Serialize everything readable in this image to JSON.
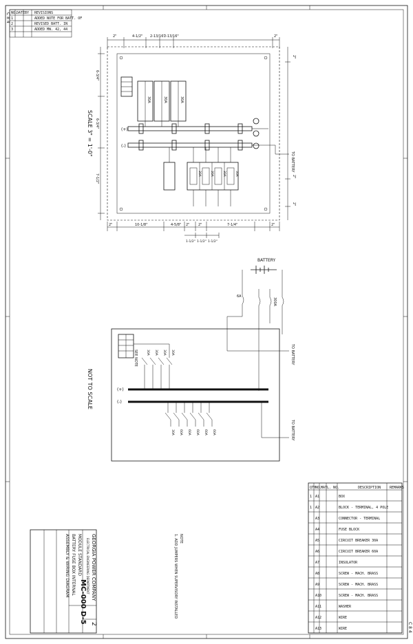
{
  "corner_marks": {
    "top_left": "C 8 4",
    "bottom_right": "C 8 4"
  },
  "revision_block": {
    "headers": [
      "NO.",
      "DATE",
      "BY",
      "REVISIONS"
    ],
    "rows": [
      [
        "1",
        "",
        "",
        "ADDED NOTE FOR BATT. OF"
      ],
      [
        "2",
        "",
        "",
        "REVISED BATT. IN"
      ],
      [
        "3",
        "",
        "",
        "ADDED MW. 42, 44"
      ]
    ]
  },
  "diagram_top": {
    "scale_label": "SCALE 3\" = 1'-0\"",
    "top_dims": [
      "2\"",
      "4-1/2\"",
      "2-13/16\"",
      "2-13/16\"",
      "2\""
    ],
    "bottom_dims": [
      "2\"",
      "10-1/8\"",
      "4-5/8\"",
      "2\"",
      "2\"",
      "7-1/4\"",
      "2\""
    ],
    "bottom_sub_dims": [
      "1-1/2\"",
      "1-1/2\"",
      "1-1/2\""
    ],
    "left_dims": [
      "6-3/4\"",
      "6-3/4\"",
      "7-1/2\""
    ],
    "right_dims": [
      "2\"",
      "2\"",
      "2\""
    ],
    "breaker_labels": [
      "30A",
      "30A",
      "30A"
    ],
    "lower_breaker_labels": [
      "30A",
      "30A",
      "30A",
      "30A"
    ],
    "bus_plus": "(+)",
    "bus_minus": "(-)",
    "to_battery": "TO BATTERY"
  },
  "diagram_bottom": {
    "not_to_scale": "NOT TO SCALE",
    "battery_label": "BATTERY",
    "main_fuse": "300A",
    "small_fuse": "6A",
    "see_note": "SEE NOTE",
    "upper_breakers": [
      "30A",
      "30A",
      "30A",
      "30A"
    ],
    "lower_breakers": [
      "30A",
      "60A",
      "60A",
      "60A",
      "60A",
      "60A"
    ],
    "bus_plus": "(+)",
    "bus_minus": "(-)",
    "to_battery_1": "TO BATTERY",
    "to_battery_2": "TO BATTERY"
  },
  "note": {
    "heading": "NOTE",
    "text": "1. ADD JUMPERS WHEN SUPERVISORY INSTALLED"
  },
  "material_list": {
    "headers": [
      "QTY",
      "NO.",
      "MATL. NO.",
      "DESCRIPTION",
      "REMARKS"
    ],
    "rows": [
      [
        "1",
        "A1",
        "",
        "BOX",
        ""
      ],
      [
        "1",
        "A2",
        "",
        "BLOCK - TERMINAL, 4 POLE",
        ""
      ],
      [
        "",
        "A3",
        "",
        "CONNECTOR - TERMINAL",
        ""
      ],
      [
        "",
        "A4",
        "",
        "FUSE BLOCK",
        ""
      ],
      [
        "",
        "A5",
        "",
        "CIRCUIT BREAKER 30A",
        ""
      ],
      [
        "",
        "A6",
        "",
        "CIRCUIT BREAKER 60A",
        ""
      ],
      [
        "",
        "A7",
        "",
        "INSULATOR",
        ""
      ],
      [
        "",
        "A8",
        "",
        "SCREW - MACH. BRASS",
        ""
      ],
      [
        "",
        "A9",
        "",
        "SCREW - MACH. BRASS",
        ""
      ],
      [
        "",
        "A10",
        "",
        "SCREW - MACH. BRASS",
        ""
      ],
      [
        "",
        "A11",
        "",
        "WASHER",
        ""
      ],
      [
        "",
        "A12",
        "",
        "WIRE",
        ""
      ],
      [
        "",
        "A13",
        "",
        "WIRE",
        ""
      ]
    ]
  },
  "title_block": {
    "company": "GEORGIA POWER COMPANY",
    "department": "ELECTRICAL ENGINEERING DEPARTMENT",
    "line1": "MODULE        STANDARD",
    "line2": "BATTERY FUSE BOX INTERNAL",
    "line3": "ASSEMBLY & WIRING DIAGRAM",
    "drawing_number": "MC-000 D-5",
    "sheet": "2"
  }
}
